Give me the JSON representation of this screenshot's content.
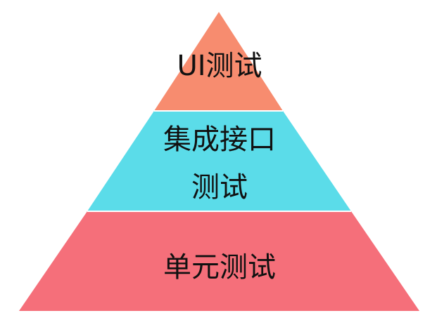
{
  "pyramid": {
    "tiers": [
      {
        "lines": [
          "UI测试"
        ],
        "color": "#F78C6F"
      },
      {
        "lines": [
          "集成接口",
          "测试"
        ],
        "color": "#5BDCE9"
      },
      {
        "lines": [
          "单元测试"
        ],
        "color": "#F56F7A"
      }
    ]
  }
}
